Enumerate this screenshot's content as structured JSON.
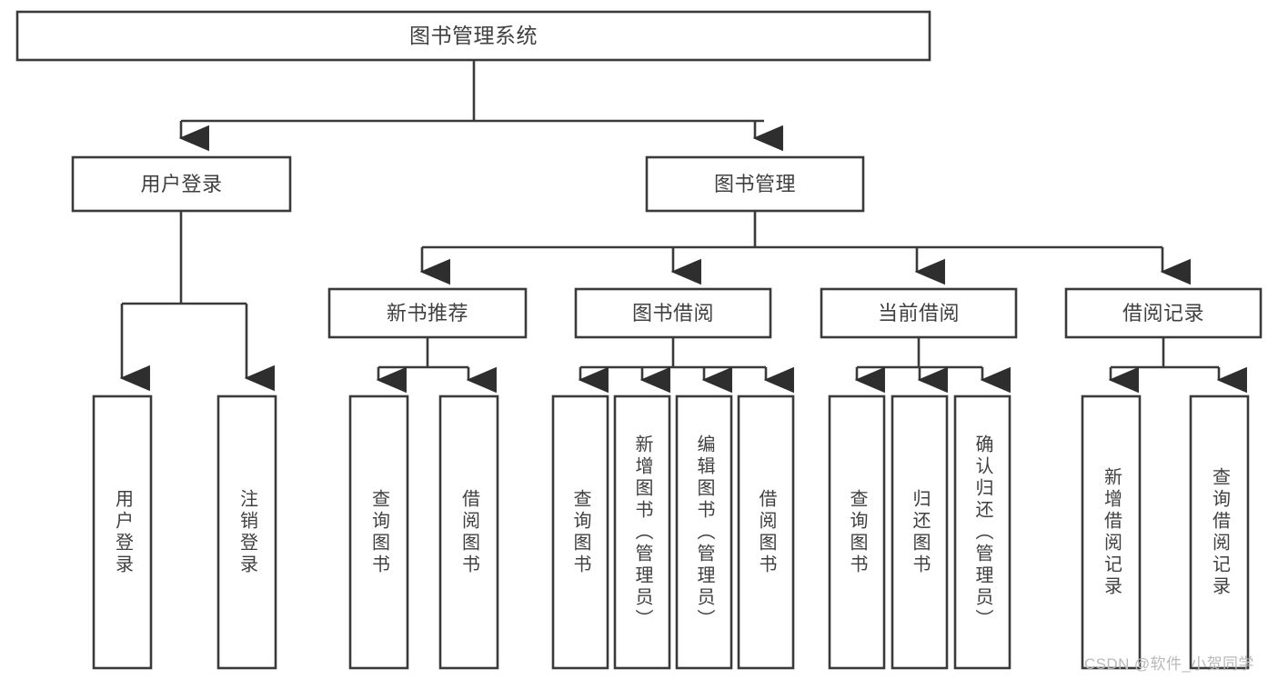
{
  "diagram": {
    "type": "tree-hierarchy",
    "orientation": "top-down",
    "root": {
      "id": "root",
      "label": "图书管理系统"
    },
    "level2": [
      {
        "id": "user-login",
        "label": "用户登录"
      },
      {
        "id": "book-management",
        "label": "图书管理"
      }
    ],
    "level3": [
      {
        "id": "new-book-recommend",
        "label": "新书推荐",
        "parent": "book-management"
      },
      {
        "id": "book-borrow",
        "label": "图书借阅",
        "parent": "book-management"
      },
      {
        "id": "current-borrow",
        "label": "当前借阅",
        "parent": "book-management"
      },
      {
        "id": "borrow-record",
        "label": "借阅记录",
        "parent": "book-management"
      }
    ],
    "leaves": [
      {
        "id": "leaf-user-login",
        "label": "用户登录",
        "parent": "user-login"
      },
      {
        "id": "leaf-logout",
        "label": "注销登录",
        "parent": "user-login"
      },
      {
        "id": "leaf-query-book-1",
        "label": "查询图书",
        "parent": "new-book-recommend"
      },
      {
        "id": "leaf-borrow-book-1",
        "label": "借阅图书",
        "parent": "new-book-recommend"
      },
      {
        "id": "leaf-query-book-2",
        "label": "查询图书",
        "parent": "book-borrow"
      },
      {
        "id": "leaf-add-book",
        "label": "新增图书（管理员）",
        "parent": "book-borrow"
      },
      {
        "id": "leaf-edit-book",
        "label": "编辑图书（管理员）",
        "parent": "book-borrow"
      },
      {
        "id": "leaf-borrow-book-2",
        "label": "借阅图书",
        "parent": "book-borrow"
      },
      {
        "id": "leaf-query-book-3",
        "label": "查询图书",
        "parent": "current-borrow"
      },
      {
        "id": "leaf-return-book",
        "label": "归还图书",
        "parent": "current-borrow"
      },
      {
        "id": "leaf-confirm-return",
        "label": "确认归还（管理员）",
        "parent": "current-borrow"
      },
      {
        "id": "leaf-add-record",
        "label": "新增借阅记录",
        "parent": "borrow-record"
      },
      {
        "id": "leaf-query-record",
        "label": "查询借阅记录",
        "parent": "borrow-record"
      }
    ]
  },
  "watermark": {
    "text": "CSDN @软件_小贺同学"
  },
  "colors": {
    "box_stroke": "#3a3a3a",
    "connector": "#3a3a3a",
    "text": "#404040",
    "background": "#ffffff",
    "watermark": "#b9b9b9"
  }
}
